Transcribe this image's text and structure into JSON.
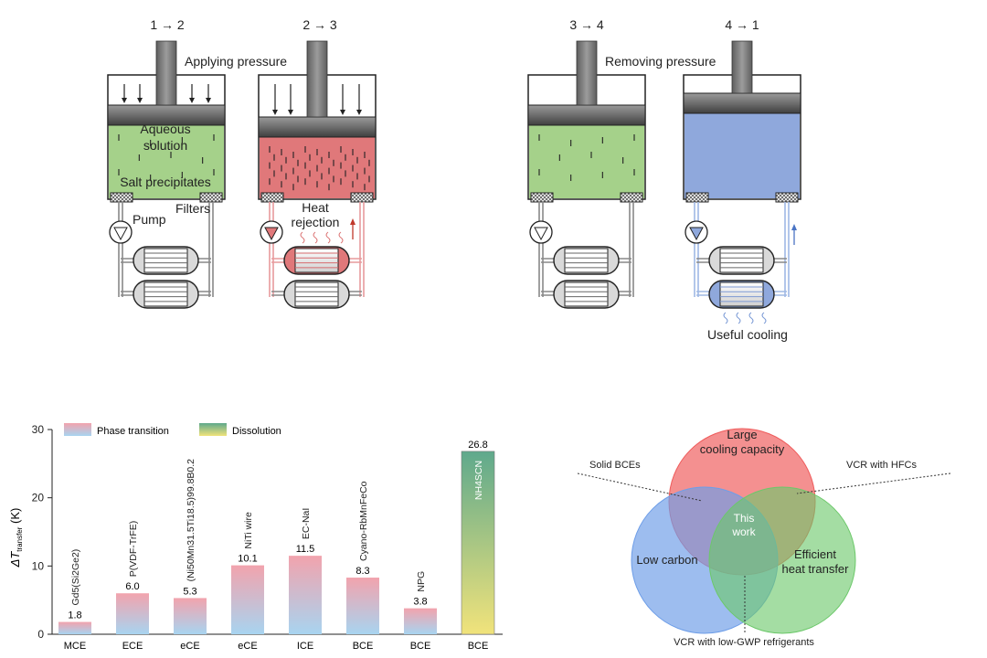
{
  "cycle": {
    "stage_labels": [
      "1 → 2",
      "2 → 3",
      "3 → 4",
      "4 → 1"
    ],
    "applying_pressure": "Applying pressure",
    "removing_pressure": "Removing pressure",
    "aqueous_solution_line1": "Aqueous",
    "aqueous_solution_line2": "solution",
    "salt_precipitates": "Salt precipitates",
    "filters": "Filters",
    "pump": "Pump",
    "heat_rejection_line1": "Heat",
    "heat_rejection_line2": "rejection",
    "useful_cooling": "Useful cooling",
    "colors": {
      "green": "#a5d18a",
      "red": "#e0787a",
      "blue": "#8fa8dc",
      "pipe_red": "#e79a9c",
      "pipe_blue": "#9fb8e4"
    }
  },
  "chart_data": {
    "type": "bar",
    "ylabel_main": "ΔT",
    "ylabel_sub": "transfer",
    "ylabel_unit": "(K)",
    "ylim": [
      0,
      30
    ],
    "yticks": [
      "0",
      "10",
      "20",
      "30"
    ],
    "legend": [
      "Phase transition",
      "Dissolution"
    ],
    "categories": [
      "MCE",
      "ECE",
      "eCE",
      "eCE",
      "ICE",
      "BCE",
      "BCE",
      "BCE"
    ],
    "values": [
      1.8,
      6.0,
      5.3,
      10.1,
      11.5,
      8.3,
      3.8,
      26.8
    ],
    "value_labels": [
      "1.8",
      "6.0",
      "5.3",
      "10.1",
      "11.5",
      "8.3",
      "3.8",
      "26.8"
    ],
    "materials": [
      "Gd5(Si2Ge2)",
      "P(VDF-TrFE)",
      "(Ni50Mn31.5Ti18.5)99.8B0.2",
      "NiTi wire",
      "EC-NaI",
      "Cyano-RbMnFeCo",
      "NPG",
      "NH4SCN"
    ],
    "series_kind": [
      "phase",
      "phase",
      "phase",
      "phase",
      "phase",
      "phase",
      "phase",
      "dissolution"
    ]
  },
  "venn": {
    "large_line1": "Large",
    "large_line2": "cooling capacity",
    "low_carbon": "Low carbon",
    "efficient_line1": "Efficient",
    "efficient_line2": "heat transfer",
    "center_line1": "This",
    "center_line2": "work",
    "solid_bces": "Solid BCEs",
    "vcr_hfcs": "VCR with HFCs",
    "vcr_low_gwp": "VCR with low-GWP refrigerants",
    "colors": {
      "red": "#ef5b5b",
      "blue": "#6e9ee8",
      "green": "#6cc86a"
    }
  }
}
